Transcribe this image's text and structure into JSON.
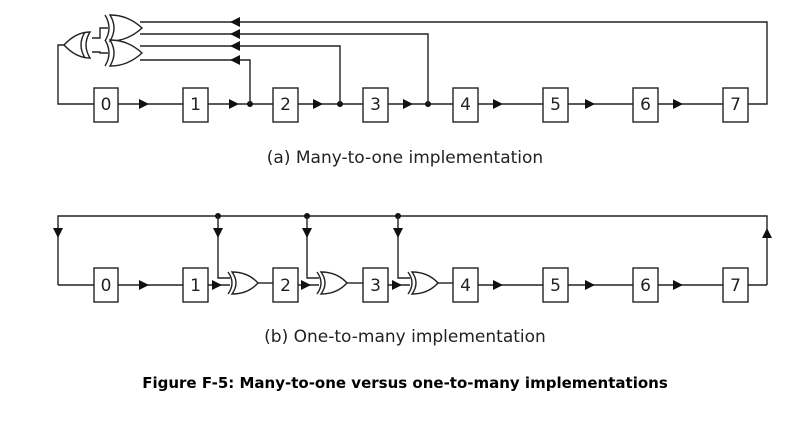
{
  "diagram_a": {
    "caption": "(a) Many-to-one implementation",
    "registers": [
      "0",
      "1",
      "2",
      "3",
      "4",
      "5",
      "6",
      "7"
    ]
  },
  "diagram_b": {
    "caption": "(b) One-to-many implementation",
    "registers": [
      "0",
      "1",
      "2",
      "3",
      "4",
      "5",
      "6",
      "7"
    ]
  },
  "figure_title": "Figure F-5: Many-to-one versus one-to-many implementations"
}
